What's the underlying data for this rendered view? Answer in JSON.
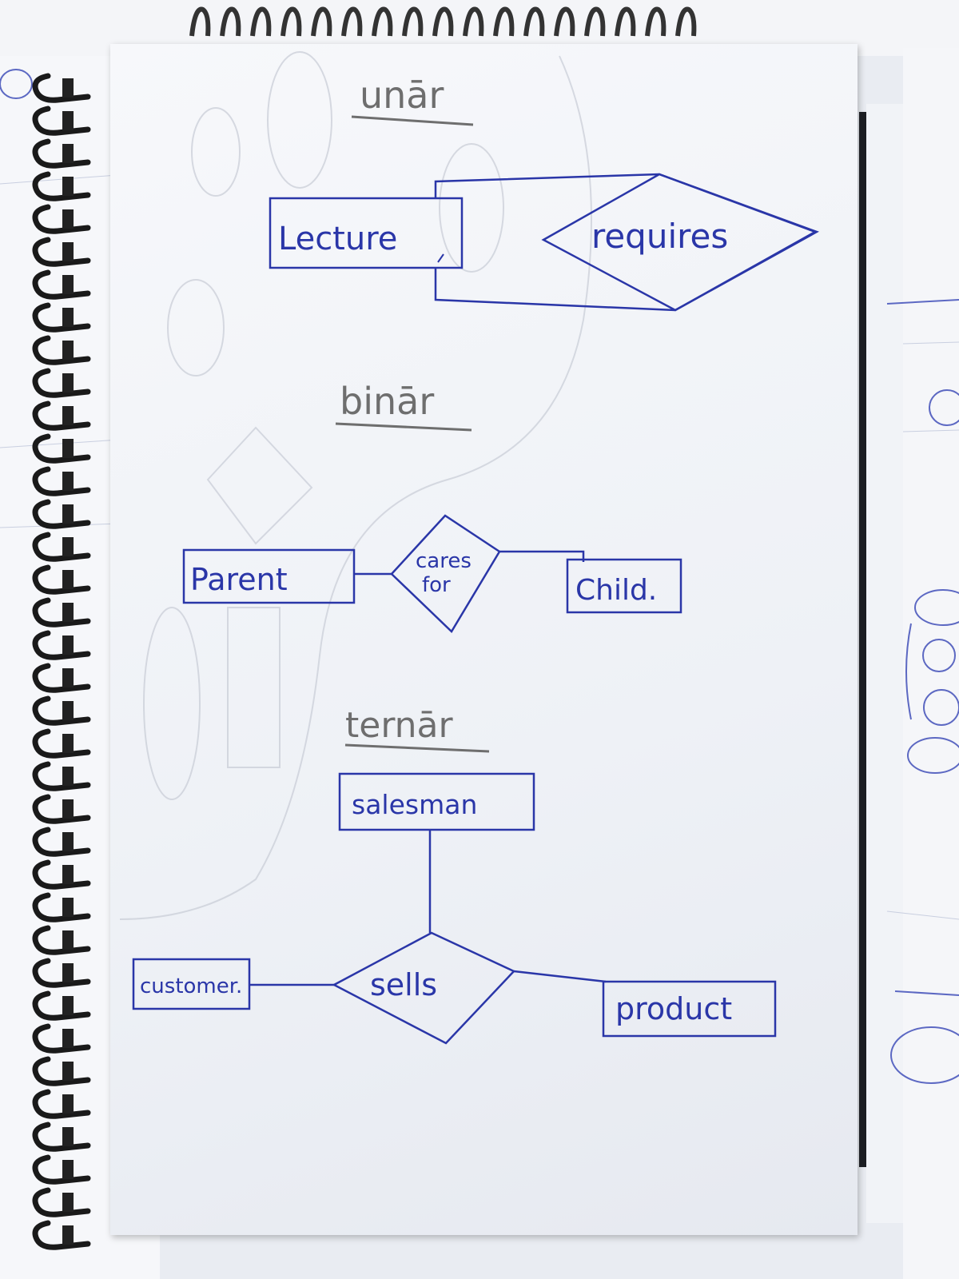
{
  "sections": {
    "unary": {
      "heading": "unār",
      "entity": "Lecture",
      "relationship": "requires"
    },
    "binary": {
      "heading": "binār",
      "entity_left": "Parent",
      "relationship": [
        "cares",
        "for"
      ],
      "entity_right": "Child."
    },
    "ternary": {
      "heading": "ternār",
      "entity_top": "salesman",
      "entity_left": "customer.",
      "relationship": "sells",
      "entity_right": "product"
    }
  },
  "colors": {
    "ink_blue": "#2a36a8",
    "pencil_gray": "#7a7a7a",
    "paper": "#f4f6fa"
  }
}
